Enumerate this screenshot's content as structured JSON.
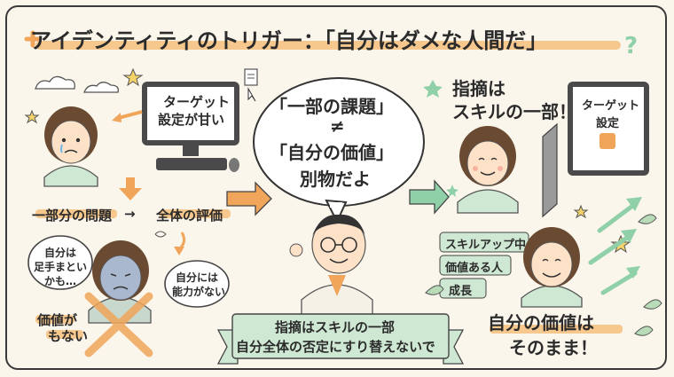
{
  "title": "アイデンティティのトリガー：「自分はダメな人間だ」",
  "left": {
    "monitor_text_line1": "ターゲット",
    "monitor_text_line2": "設定が甘い",
    "flow_left": "一部分の問題",
    "flow_arrow": "→",
    "flow_right": "全体の評価",
    "bubble_left_1": "自分は",
    "bubble_left_2": "足手まとい",
    "bubble_left_3": "かも…",
    "bubble_right_1": "自分には",
    "bubble_right_2": "能力がない",
    "label_bottom_1": "価値が",
    "label_bottom_2": "もない"
  },
  "center": {
    "bubble_line1": "「一部の課題」",
    "bubble_line2": "≠",
    "bubble_line3": "「自分の価値」",
    "bubble_line4": "別物だよ",
    "banner_line1": "指摘はスキルの一部",
    "banner_line2": "自分全体の否定にすり替えないで"
  },
  "right": {
    "heading_line1": "指摘は",
    "heading_line2": "スキルの一部！",
    "card_line1": "ターゲット",
    "card_line2": "設定",
    "tag1": "スキルアップ中",
    "tag2": "価値ある人",
    "tag3": "成長",
    "footer_line1": "自分の価値は",
    "footer_line2": "そのまま！"
  },
  "colors": {
    "accent": "#f6c88e",
    "arrow_orange": "#f0a55a",
    "arrow_green": "#8fd0a8",
    "face": "#fde2c8",
    "hair": "#6b4a32",
    "shirt": "#cfe8d3"
  }
}
